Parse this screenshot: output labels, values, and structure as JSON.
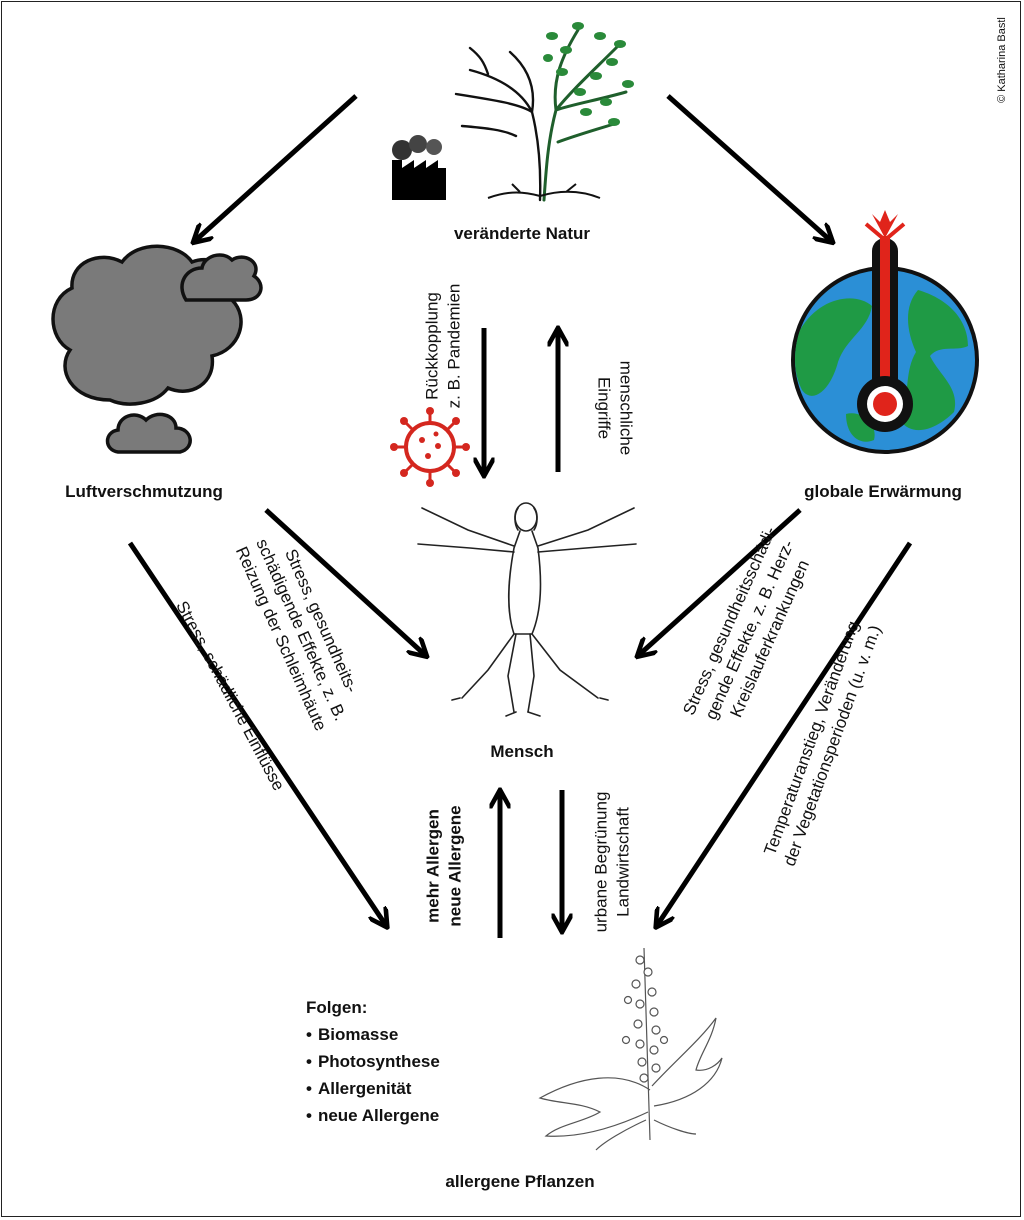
{
  "copyright": "© Katharina Bastl",
  "nodes": {
    "nature": "veränderte Natur",
    "pollution": "Luftverschmutzung",
    "warming": "globale Erwärmung",
    "human": "Mensch",
    "plants": "allergene Pflanzen"
  },
  "edges": {
    "feedback": [
      "Rückkopplung",
      "z. B. Pandemien"
    ],
    "interventions": [
      "menschliche",
      "Eingriffe"
    ],
    "pollution_human": [
      "Stress, gesundheits-",
      "schädigende Effekte, z. B.",
      "Reizung der Schleimhäute"
    ],
    "warming_human": [
      "Stress, gesundheitsschädi-",
      "gende Effekte, z. B. Herz-",
      "Kreislauferkrankungen"
    ],
    "pollution_plants": [
      "Stress, schädliche Einflüsse"
    ],
    "warming_plants": [
      "Temperaturanstieg, Veränderung",
      "der Vegetationsperioden (u. v. m.)"
    ],
    "plants_human": [
      "mehr Allergen",
      "neue Allergene"
    ],
    "human_plants": [
      "urbane Begrünung",
      "Landwirtschaft"
    ]
  },
  "consequences": {
    "title": "Folgen:",
    "items": [
      "Biomasse",
      "Photosynthese",
      "Allergenität",
      "neue Allergene"
    ]
  },
  "icons": {
    "nature": "tree-factory-icon",
    "pollution": "cloud-icon",
    "warming": "globe-thermometer-icon",
    "virus": "virus-icon",
    "human": "vitruvian-man-icon",
    "plant": "ragweed-plant-icon"
  },
  "colors": {
    "cloud": "#7a7a7a",
    "ocean": "#2b8fd6",
    "land": "#1f9a45",
    "thermometer": "#e0241b",
    "virus": "#d4271f",
    "tree_green": "#2a8a3a"
  }
}
